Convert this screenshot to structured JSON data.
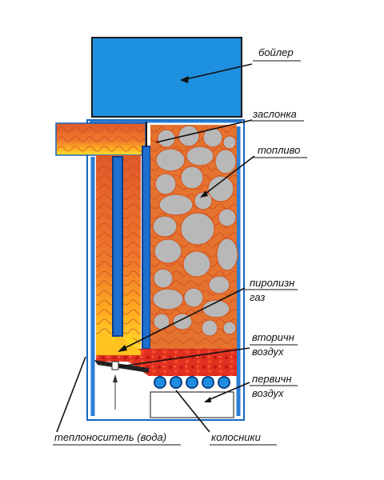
{
  "labels": {
    "boiler": "бойлер",
    "damper": "заслонка",
    "fuel": "топливо",
    "pyrolysis_1": "пиролизн",
    "pyrolysis_2": "газ",
    "secondary_1": "вторичн",
    "secondary_2": "воздух",
    "primary_1": "первичн",
    "primary_2": "воздух",
    "coolant": "теплоноситель (вода)",
    "grates": "колосники"
  },
  "colors": {
    "boiler_fill": "#1e90e0",
    "steel_outline": "#1565c0",
    "wall_blue": "#2a7fd6",
    "flame_orange": "#e8642a",
    "flame_red": "#d4261a",
    "flame_yellow": "#ffd21e",
    "fuel_grey": "#b8b8b8",
    "label_text": "#111111"
  }
}
